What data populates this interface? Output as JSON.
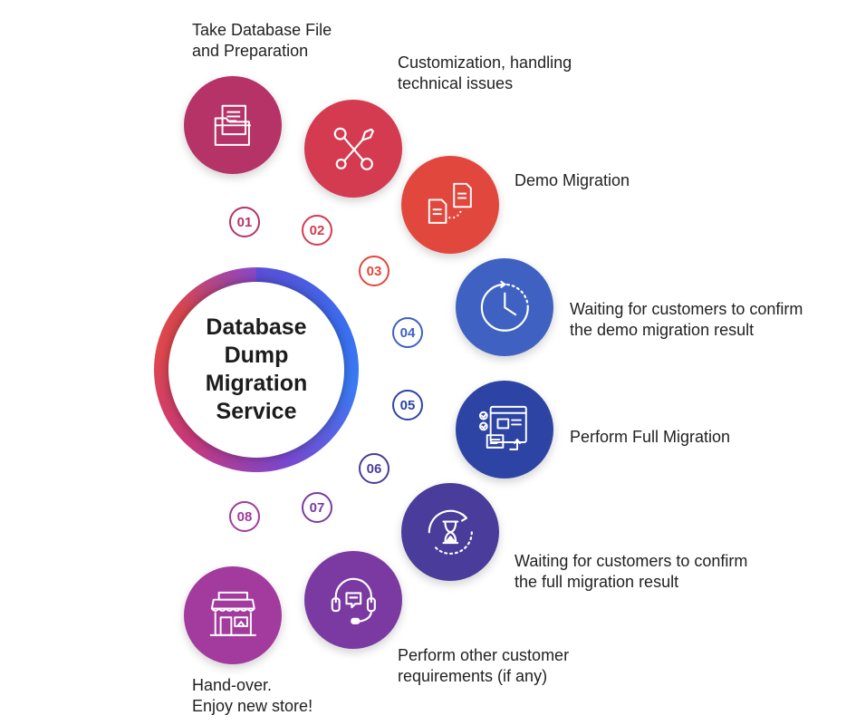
{
  "center": {
    "title": "Database\nDump\nMigration\nService"
  },
  "steps": [
    {
      "number": "01",
      "label": "Take Database File\nand Preparation",
      "color": "#b63367",
      "icon": "folder-documents-icon"
    },
    {
      "number": "02",
      "label": "Customization, handling\ntechnical issues",
      "color": "#d43a50",
      "icon": "wrench-screwdriver-icon"
    },
    {
      "number": "03",
      "label": "Demo Migration",
      "color": "#e2473d",
      "icon": "file-transfer-icon"
    },
    {
      "number": "04",
      "label": "Waiting for customers to confirm\nthe demo migration result",
      "color": "#3f62c2",
      "icon": "clock-icon"
    },
    {
      "number": "05",
      "label": "Perform Full Migration",
      "color": "#2d44a4",
      "icon": "dashboard-checklist-icon"
    },
    {
      "number": "06",
      "label": "Waiting for customers to confirm\nthe full migration result",
      "color": "#4a3c9a",
      "icon": "hourglass-icon"
    },
    {
      "number": "07",
      "label": "Perform other customer\nrequirements (if any)",
      "color": "#7a3aa2",
      "icon": "headset-support-icon"
    },
    {
      "number": "08",
      "label": "Hand-over.\nEnjoy new store!",
      "color": "#a33a9e",
      "icon": "storefront-icon"
    }
  ]
}
